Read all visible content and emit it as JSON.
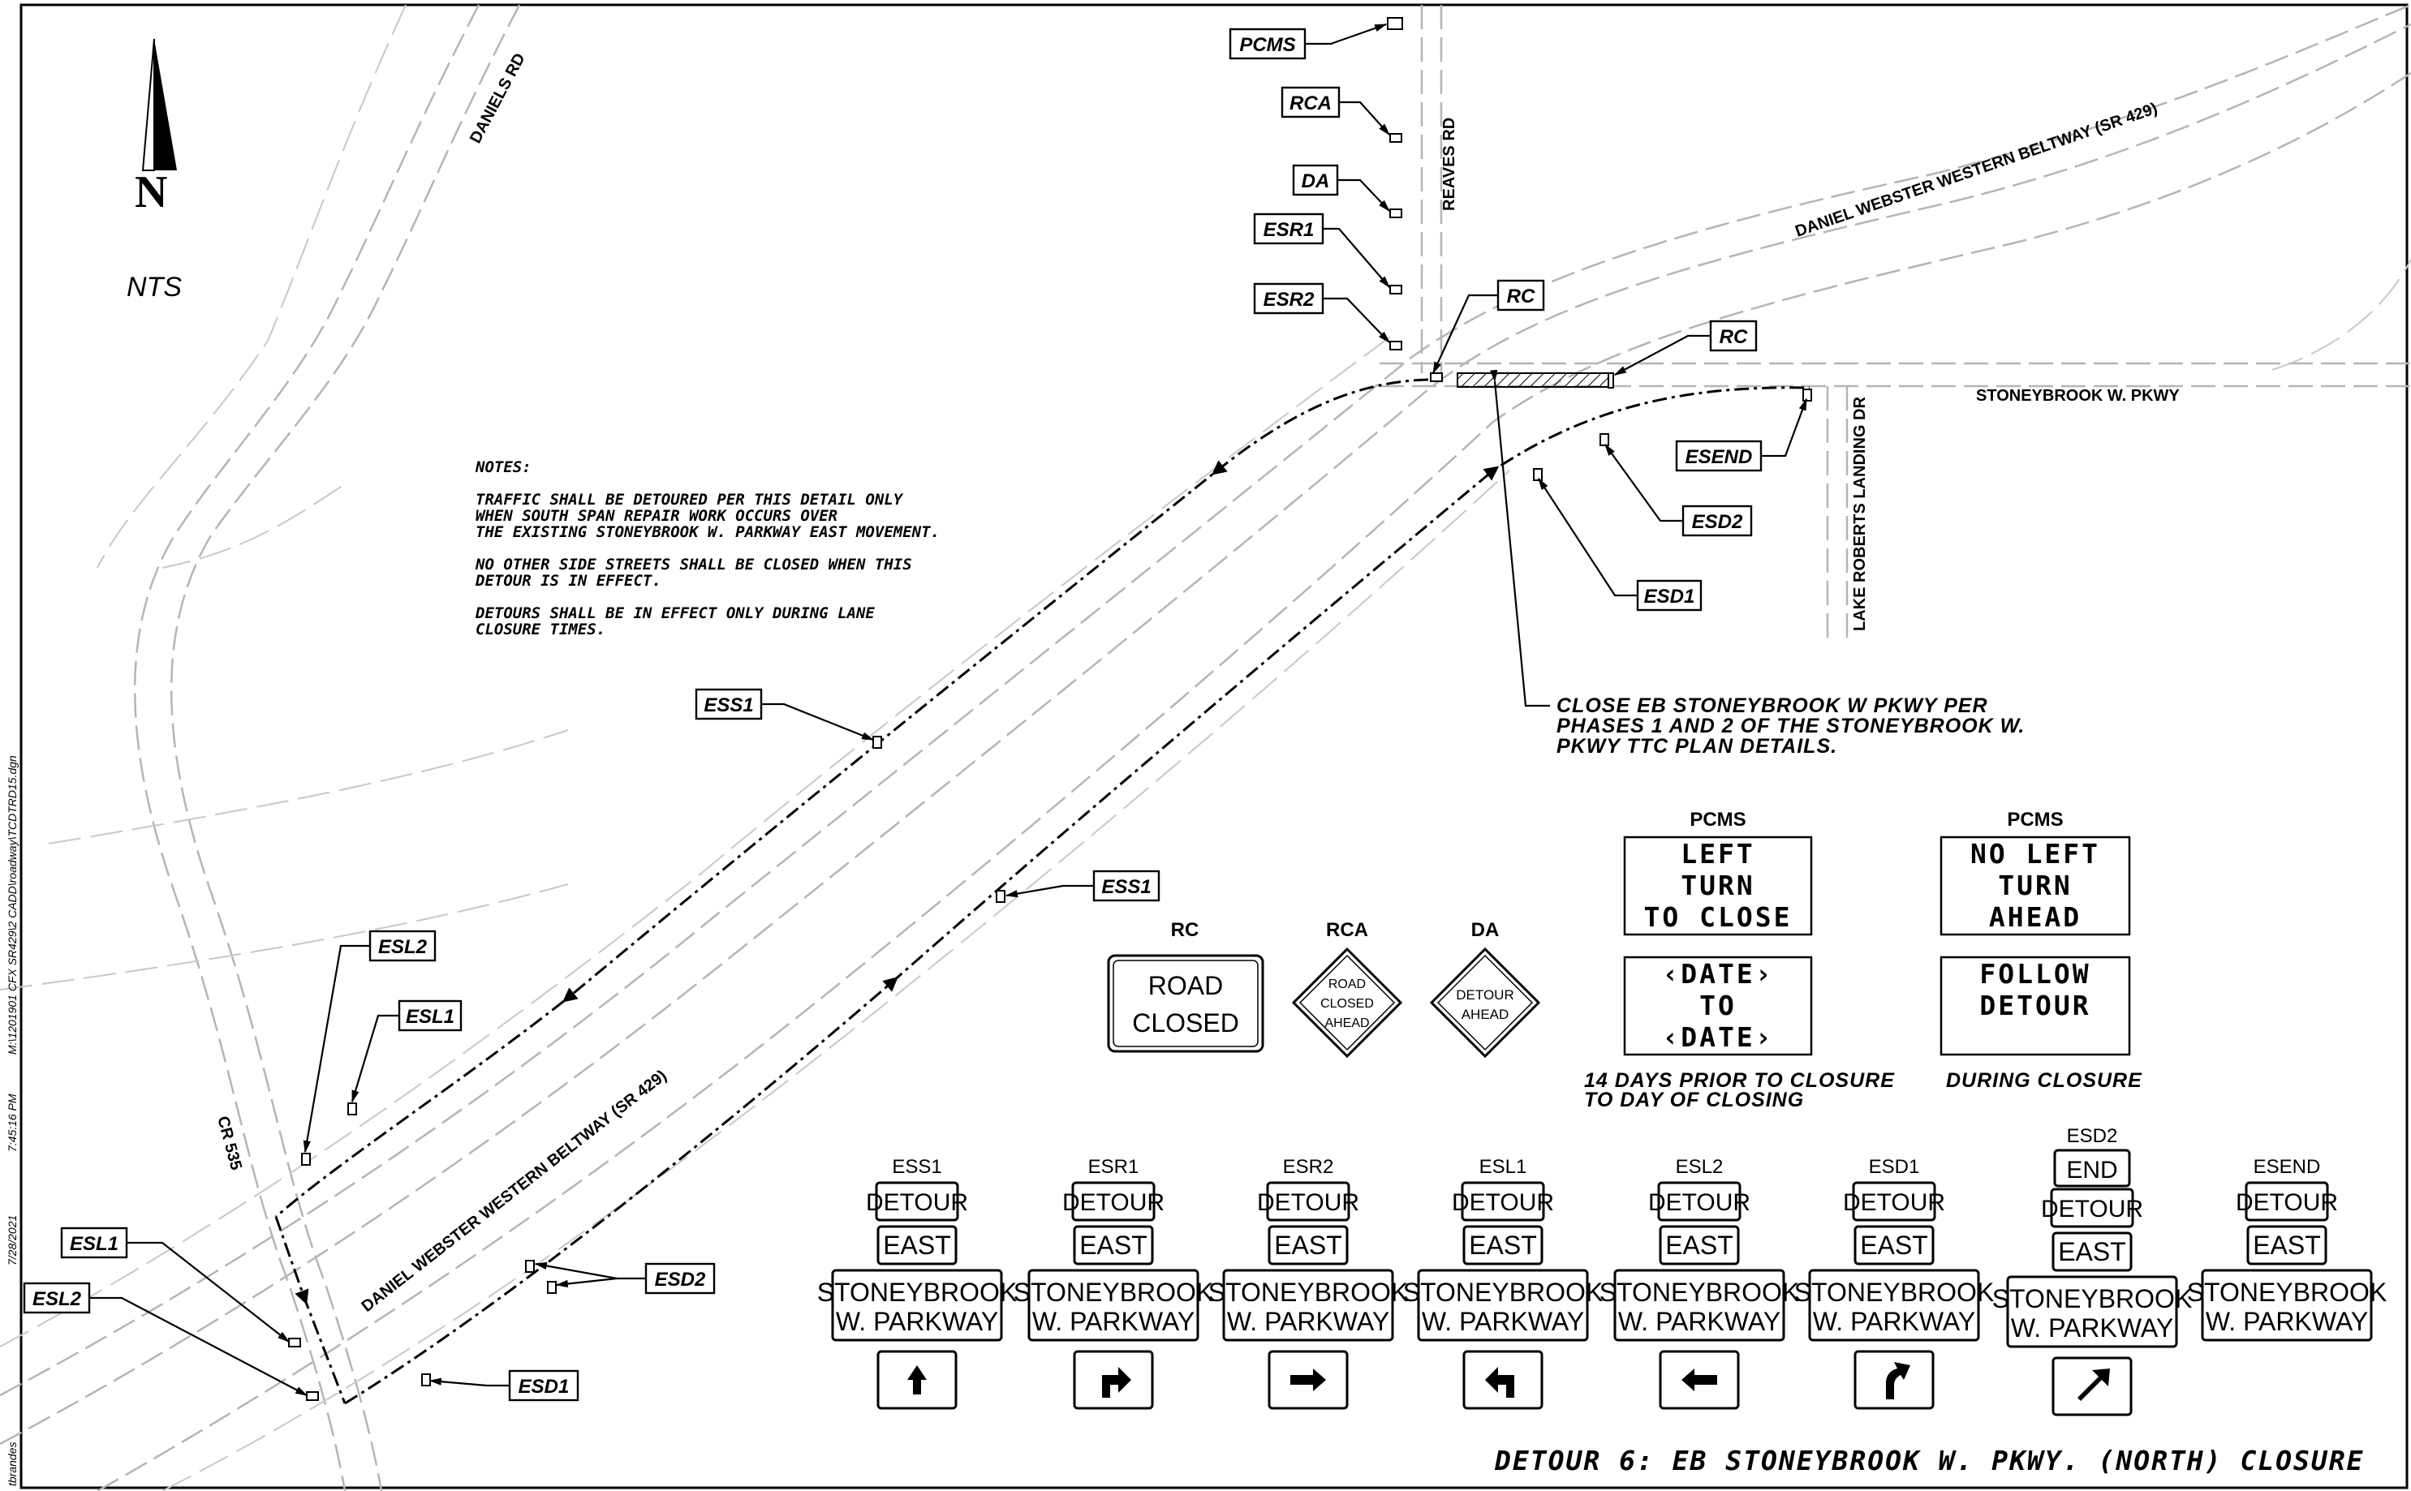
{
  "north_arrow": {
    "letter": "N",
    "scale": "NTS"
  },
  "roads": {
    "daniels_rd": "DANIELS RD",
    "reaves_rd": "REAVES RD",
    "beltway_north": "DANIEL WEBSTER WESTERN BELTWAY (SR 429)",
    "beltway_south": "DANIEL WEBSTER WESTERN BELTWAY (SR 429)",
    "stoneybrook": "STONEYBROOK W. PKWY",
    "lake_roberts": "LAKE ROBERTS LANDING DR",
    "cr535": "CR 535"
  },
  "notes": {
    "title": "NOTES:",
    "lines": [
      "TRAFFIC SHALL BE DETOURED PER THIS DETAIL ONLY",
      "WHEN SOUTH SPAN REPAIR WORK OCCURS OVER",
      "THE EXISTING STONEYBROOK W. PARKWAY EAST MOVEMENT.",
      "",
      "NO OTHER SIDE STREETS SHALL BE CLOSED WHEN THIS",
      "DETOUR IS IN EFFECT.",
      "",
      "DETOURS SHALL BE IN EFFECT ONLY DURING LANE",
      "CLOSURE TIMES."
    ]
  },
  "closure_note": [
    "CLOSE EB STONEYBROOK W PKWY PER",
    "PHASES 1 AND 2 OF THE STONEYBROOK W.",
    "PKWY TTC PLAN DETAILS."
  ],
  "tags": {
    "pcms": "PCMS",
    "rca": "RCA",
    "da": "DA",
    "esr1": "ESR1",
    "esr2": "ESR2",
    "rc1": "RC",
    "rc2": "RC",
    "esend": "ESEND",
    "esd2_top": "ESD2",
    "esd1_top": "ESD1",
    "ess1_top": "ESS1",
    "ess1_mid": "ESS1",
    "esl2_top": "ESL2",
    "esl1_top": "ESL1",
    "esl1_left": "ESL1",
    "esl2_left": "ESL2",
    "esd2_bottom": "ESD2",
    "esd1_bottom": "ESD1"
  },
  "legend": {
    "rc": {
      "title": "RC",
      "line1": "ROAD",
      "line2": "CLOSED"
    },
    "rca": {
      "title": "RCA",
      "line1": "ROAD",
      "line2": "CLOSED",
      "line3": "AHEAD"
    },
    "da": {
      "title": "DA",
      "line1": "DETOUR",
      "line2": "AHEAD"
    },
    "pcms1": {
      "title": "PCMS",
      "panel1": [
        "LEFT",
        "TURN",
        "TO  CLOSE"
      ],
      "panel2": [
        "‹DATE›",
        "TO",
        "‹DATE›"
      ],
      "caption": [
        "14 DAYS PRIOR TO CLOSURE",
        "TO DAY OF CLOSING"
      ]
    },
    "pcms2": {
      "title": "PCMS",
      "panel1": [
        "NO  LEFT",
        "TURN",
        "AHEAD"
      ],
      "panel2": [
        "FOLLOW",
        "DETOUR"
      ],
      "caption": [
        "DURING CLOSURE"
      ]
    }
  },
  "assemblies": [
    {
      "id": "ESS1",
      "end": "",
      "detour": "DETOUR",
      "east": "EAST",
      "route1": "STONEYBROOK",
      "route2": "W. PARKWAY",
      "arrow": "up-arrow"
    },
    {
      "id": "ESR1",
      "end": "",
      "detour": "DETOUR",
      "east": "EAST",
      "route1": "STONEYBROOK",
      "route2": "W. PARKWAY",
      "arrow": "turn-right-arrow"
    },
    {
      "id": "ESR2",
      "end": "",
      "detour": "DETOUR",
      "east": "EAST",
      "route1": "STONEYBROOK",
      "route2": "W. PARKWAY",
      "arrow": "right-arrow"
    },
    {
      "id": "ESL1",
      "end": "",
      "detour": "DETOUR",
      "east": "EAST",
      "route1": "STONEYBROOK",
      "route2": "W. PARKWAY",
      "arrow": "turn-left-arrow"
    },
    {
      "id": "ESL2",
      "end": "",
      "detour": "DETOUR",
      "east": "EAST",
      "route1": "STONEYBROOK",
      "route2": "W. PARKWAY",
      "arrow": "left-arrow"
    },
    {
      "id": "ESD1",
      "end": "",
      "detour": "DETOUR",
      "east": "EAST",
      "route1": "STONEYBROOK",
      "route2": "W. PARKWAY",
      "arrow": "bend-right-arrow"
    },
    {
      "id": "ESD2",
      "end": "END",
      "detour": "DETOUR",
      "east": "EAST",
      "route1": "STONEYBROOK",
      "route2": "W. PARKWAY",
      "arrow": "diagonal-arrow"
    },
    {
      "id": "ESEND",
      "end": "",
      "detour": "DETOUR",
      "east": "EAST",
      "route1": "STONEYBROOK",
      "route2": "W. PARKWAY",
      "arrow": ""
    }
  ],
  "side_margin": {
    "file": "M:\\1201901 CFX SR429\\2 CADD\\roadway\\TCDTRD15.dgn",
    "time": "7:45:16 PM",
    "date": "7/28/2021",
    "user": "tbrandes"
  },
  "footer_title": "DETOUR 6:  EB STONEYBROOK W. PKWY. (NORTH) CLOSURE"
}
